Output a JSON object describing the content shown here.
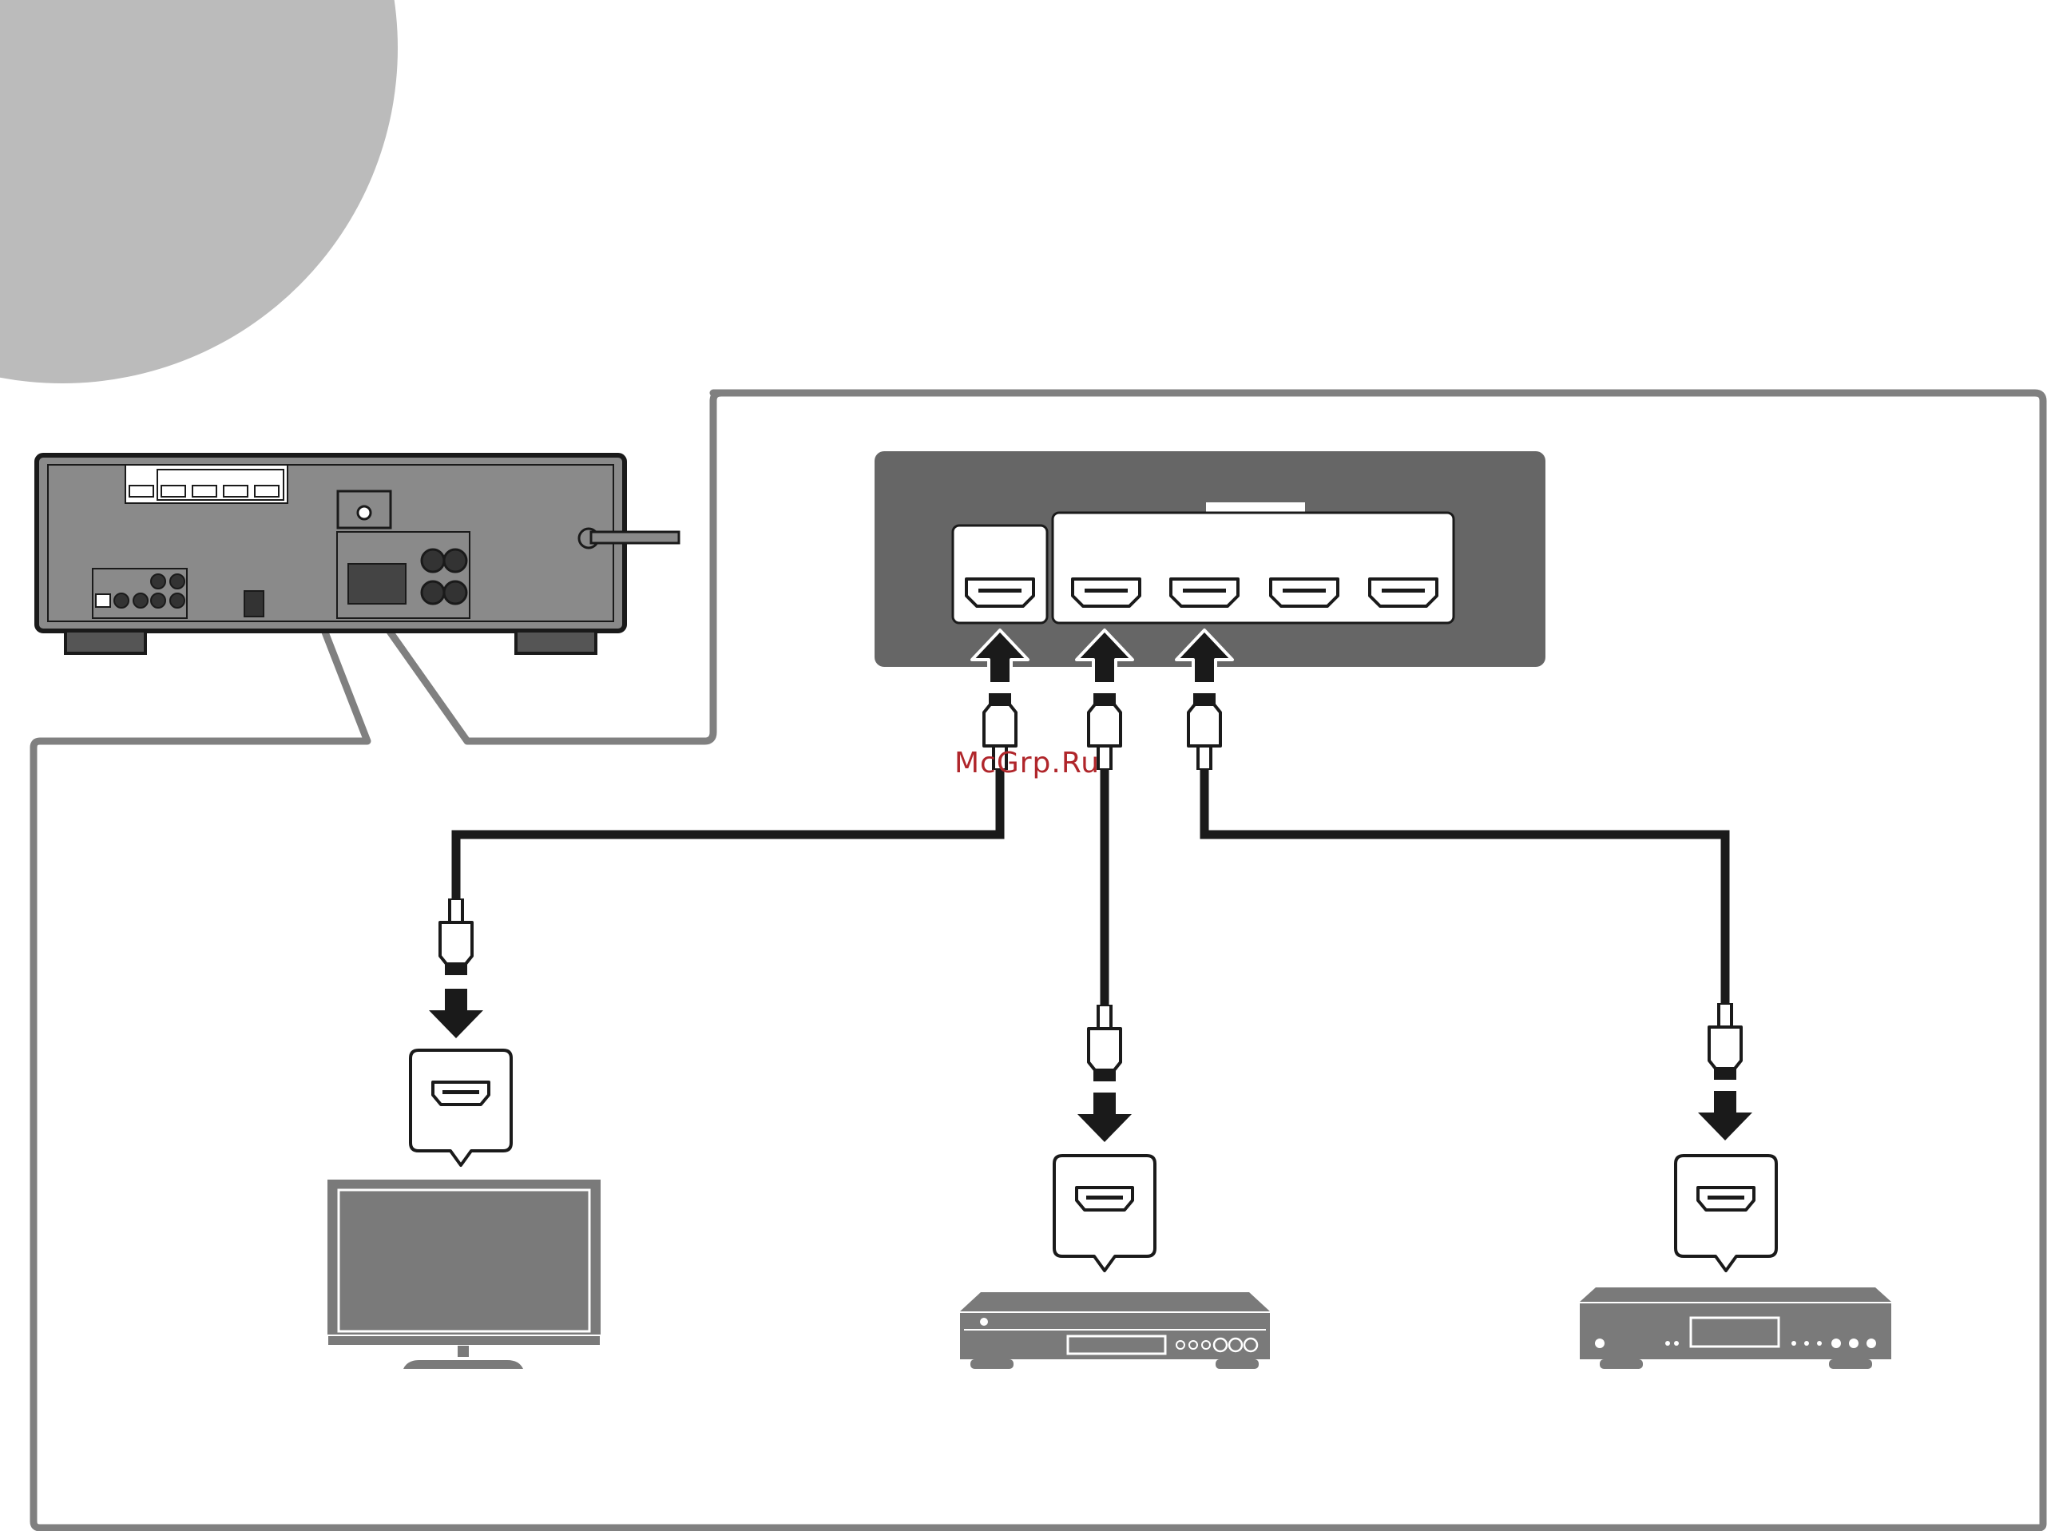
{
  "watermark": {
    "text": "McGrp.Ru",
    "color": "#b0262b"
  },
  "colors": {
    "panel_gray": "#666666",
    "frame_gray": "#808080",
    "circle_gray": "#bbbbbb",
    "cable": "#1a1a1a",
    "device_gray": "#7a7a7a"
  },
  "diagram": {
    "receiver_ports": {
      "outputs": 1,
      "inputs": 4
    },
    "connections": [
      {
        "from": "hdmi-out",
        "to": "tv"
      },
      {
        "from": "hdmi-in-1",
        "to": "bd-dvd-player"
      },
      {
        "from": "hdmi-in-2",
        "to": "media-player"
      }
    ],
    "icons": [
      "hdmi-port-icon",
      "hdmi-plug-icon",
      "arrow-icon",
      "tv-icon",
      "disc-player-icon",
      "media-player-icon"
    ]
  }
}
